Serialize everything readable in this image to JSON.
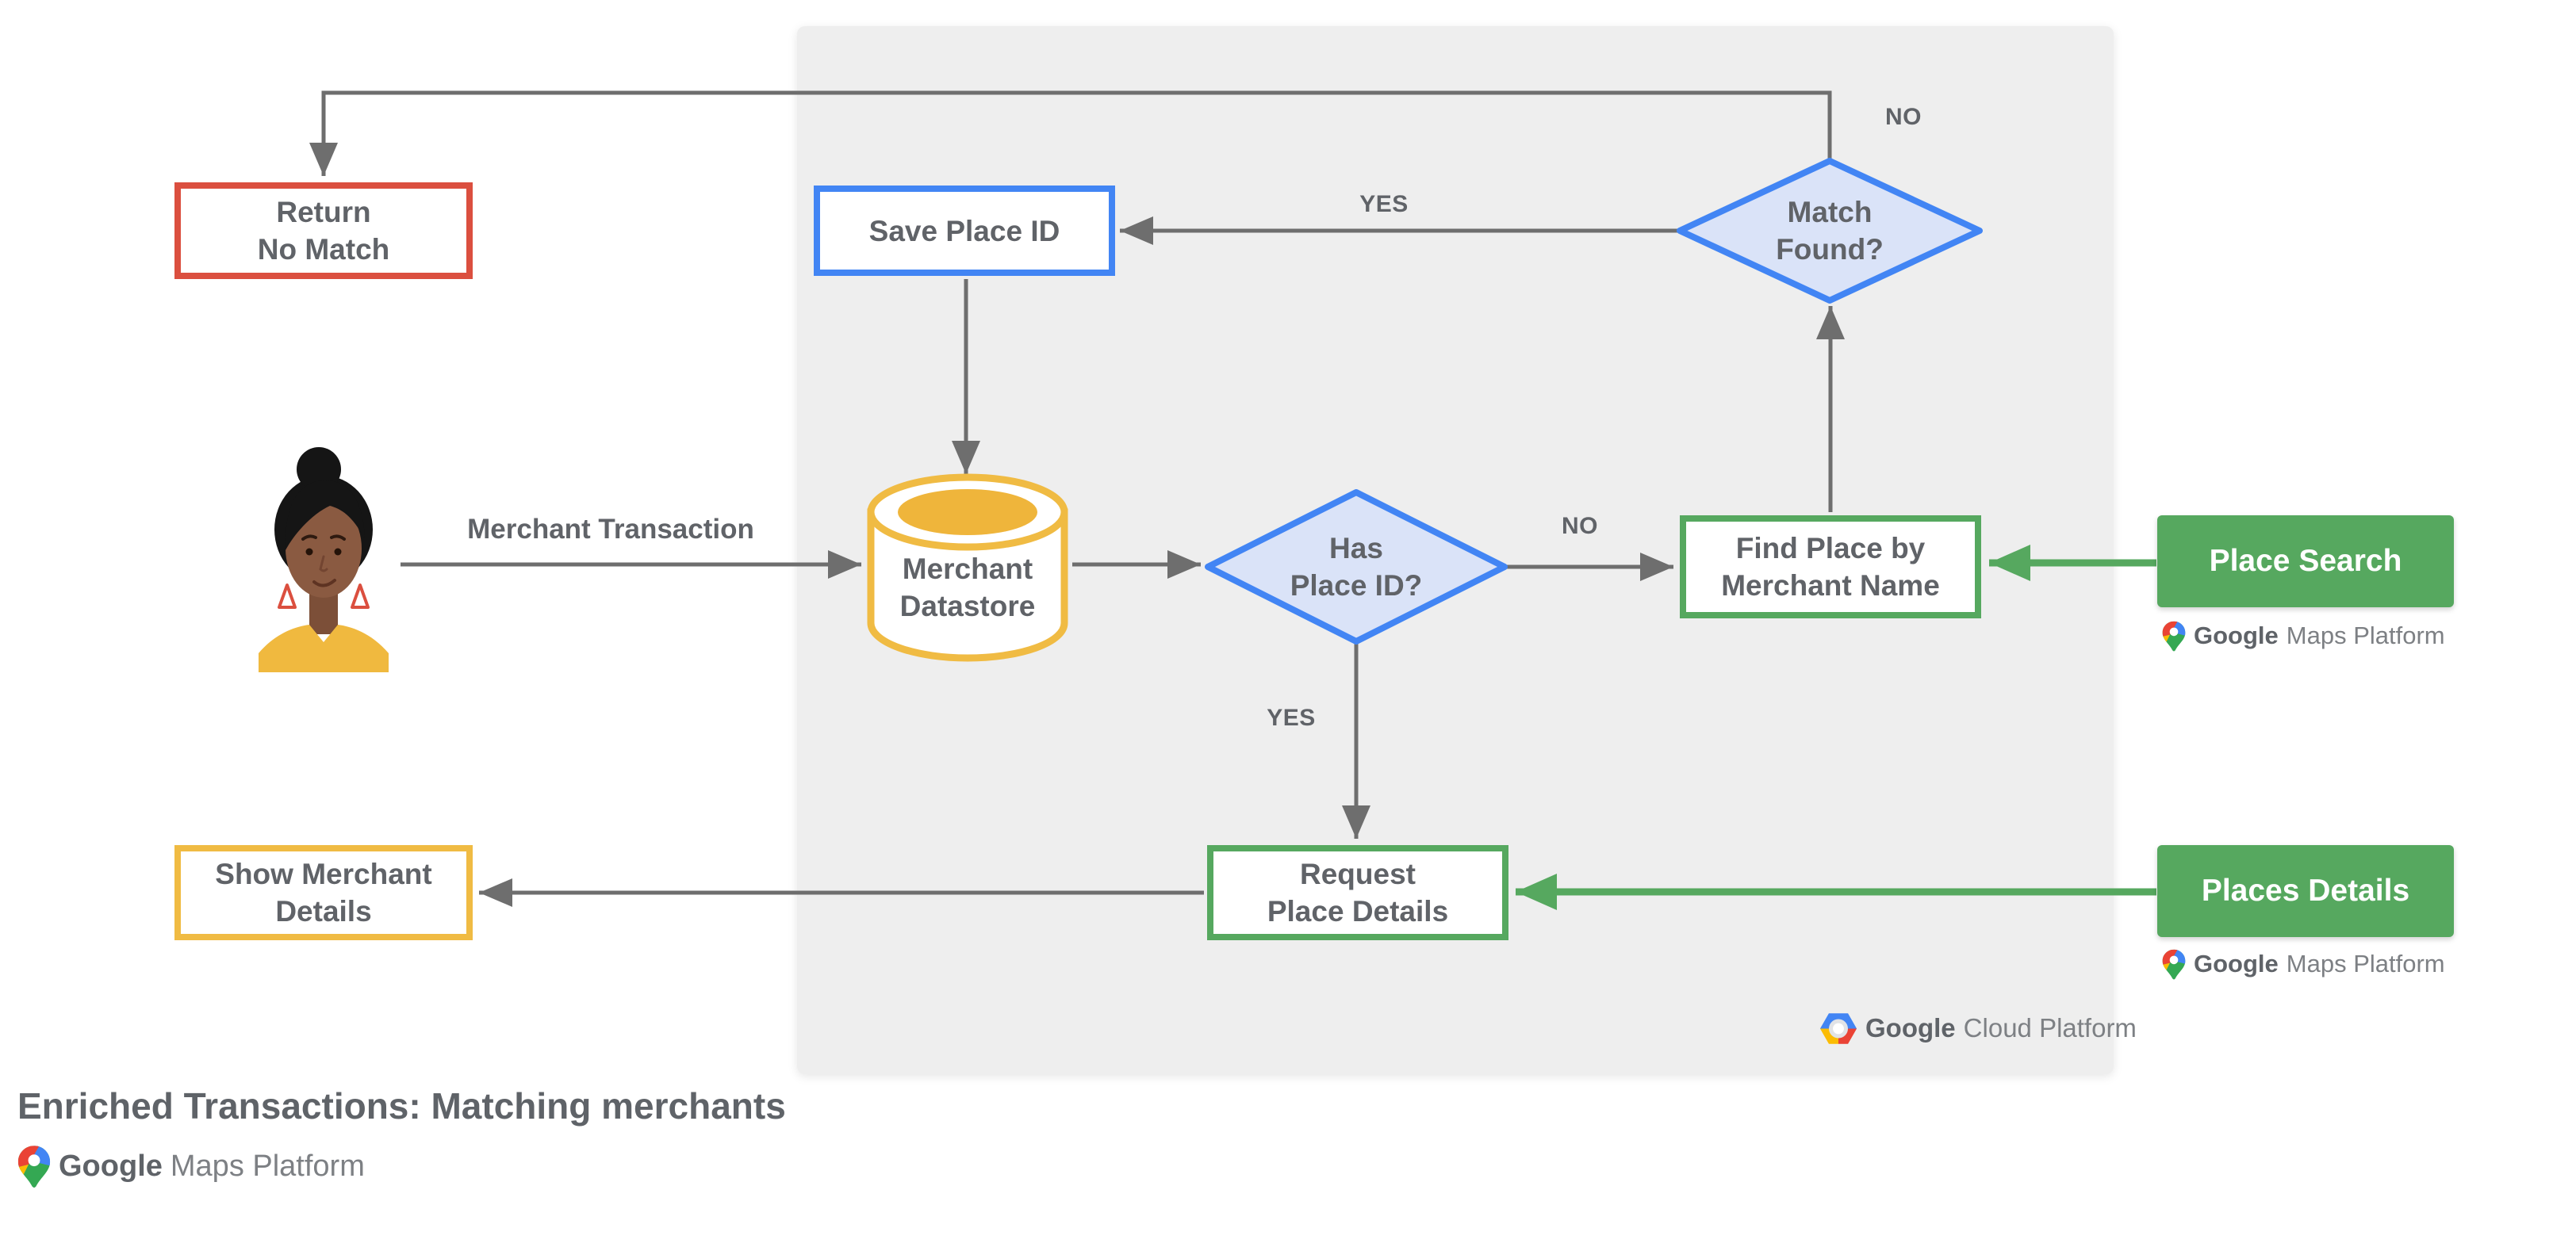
{
  "title": "Enriched Transactions: Matching merchants",
  "nodes": {
    "return_no_match": {
      "line1": "Return",
      "line2": "No Match"
    },
    "save_place_id": {
      "label": "Save Place ID"
    },
    "match_found": {
      "line1": "Match",
      "line2": "Found?"
    },
    "merchant_datastore": {
      "line1": "Merchant",
      "line2": "Datastore"
    },
    "has_place_id": {
      "line1": "Has",
      "line2": "Place ID?"
    },
    "find_place_by_merchant_name": {
      "line1": "Find Place by",
      "line2": "Merchant Name"
    },
    "place_search": {
      "label": "Place Search"
    },
    "request_place_details": {
      "line1": "Request",
      "line2": "Place Details"
    },
    "places_details": {
      "label": "Places Details"
    },
    "show_merchant_details": {
      "line1": "Show Merchant",
      "line2": "Details"
    }
  },
  "edge_labels": {
    "merchant_transaction": "Merchant Transaction",
    "no_top": "NO",
    "yes_save": "YES",
    "no_find": "NO",
    "yes_request": "YES"
  },
  "branding": {
    "maps_google": "Google",
    "maps_rest": "Maps Platform",
    "cloud_google": "Google",
    "cloud_rest": "Cloud Platform"
  },
  "colors": {
    "red": "#DB4F3F",
    "blue": "#4285F4",
    "diamond_fill": "#DAE3F8",
    "yellow": "#F0BB43",
    "gold": "#EFB53B",
    "green": "#56A85F",
    "panel_gray": "#EEEEEE",
    "line_gray": "#6E6E6E",
    "text_gray": "#606368"
  }
}
